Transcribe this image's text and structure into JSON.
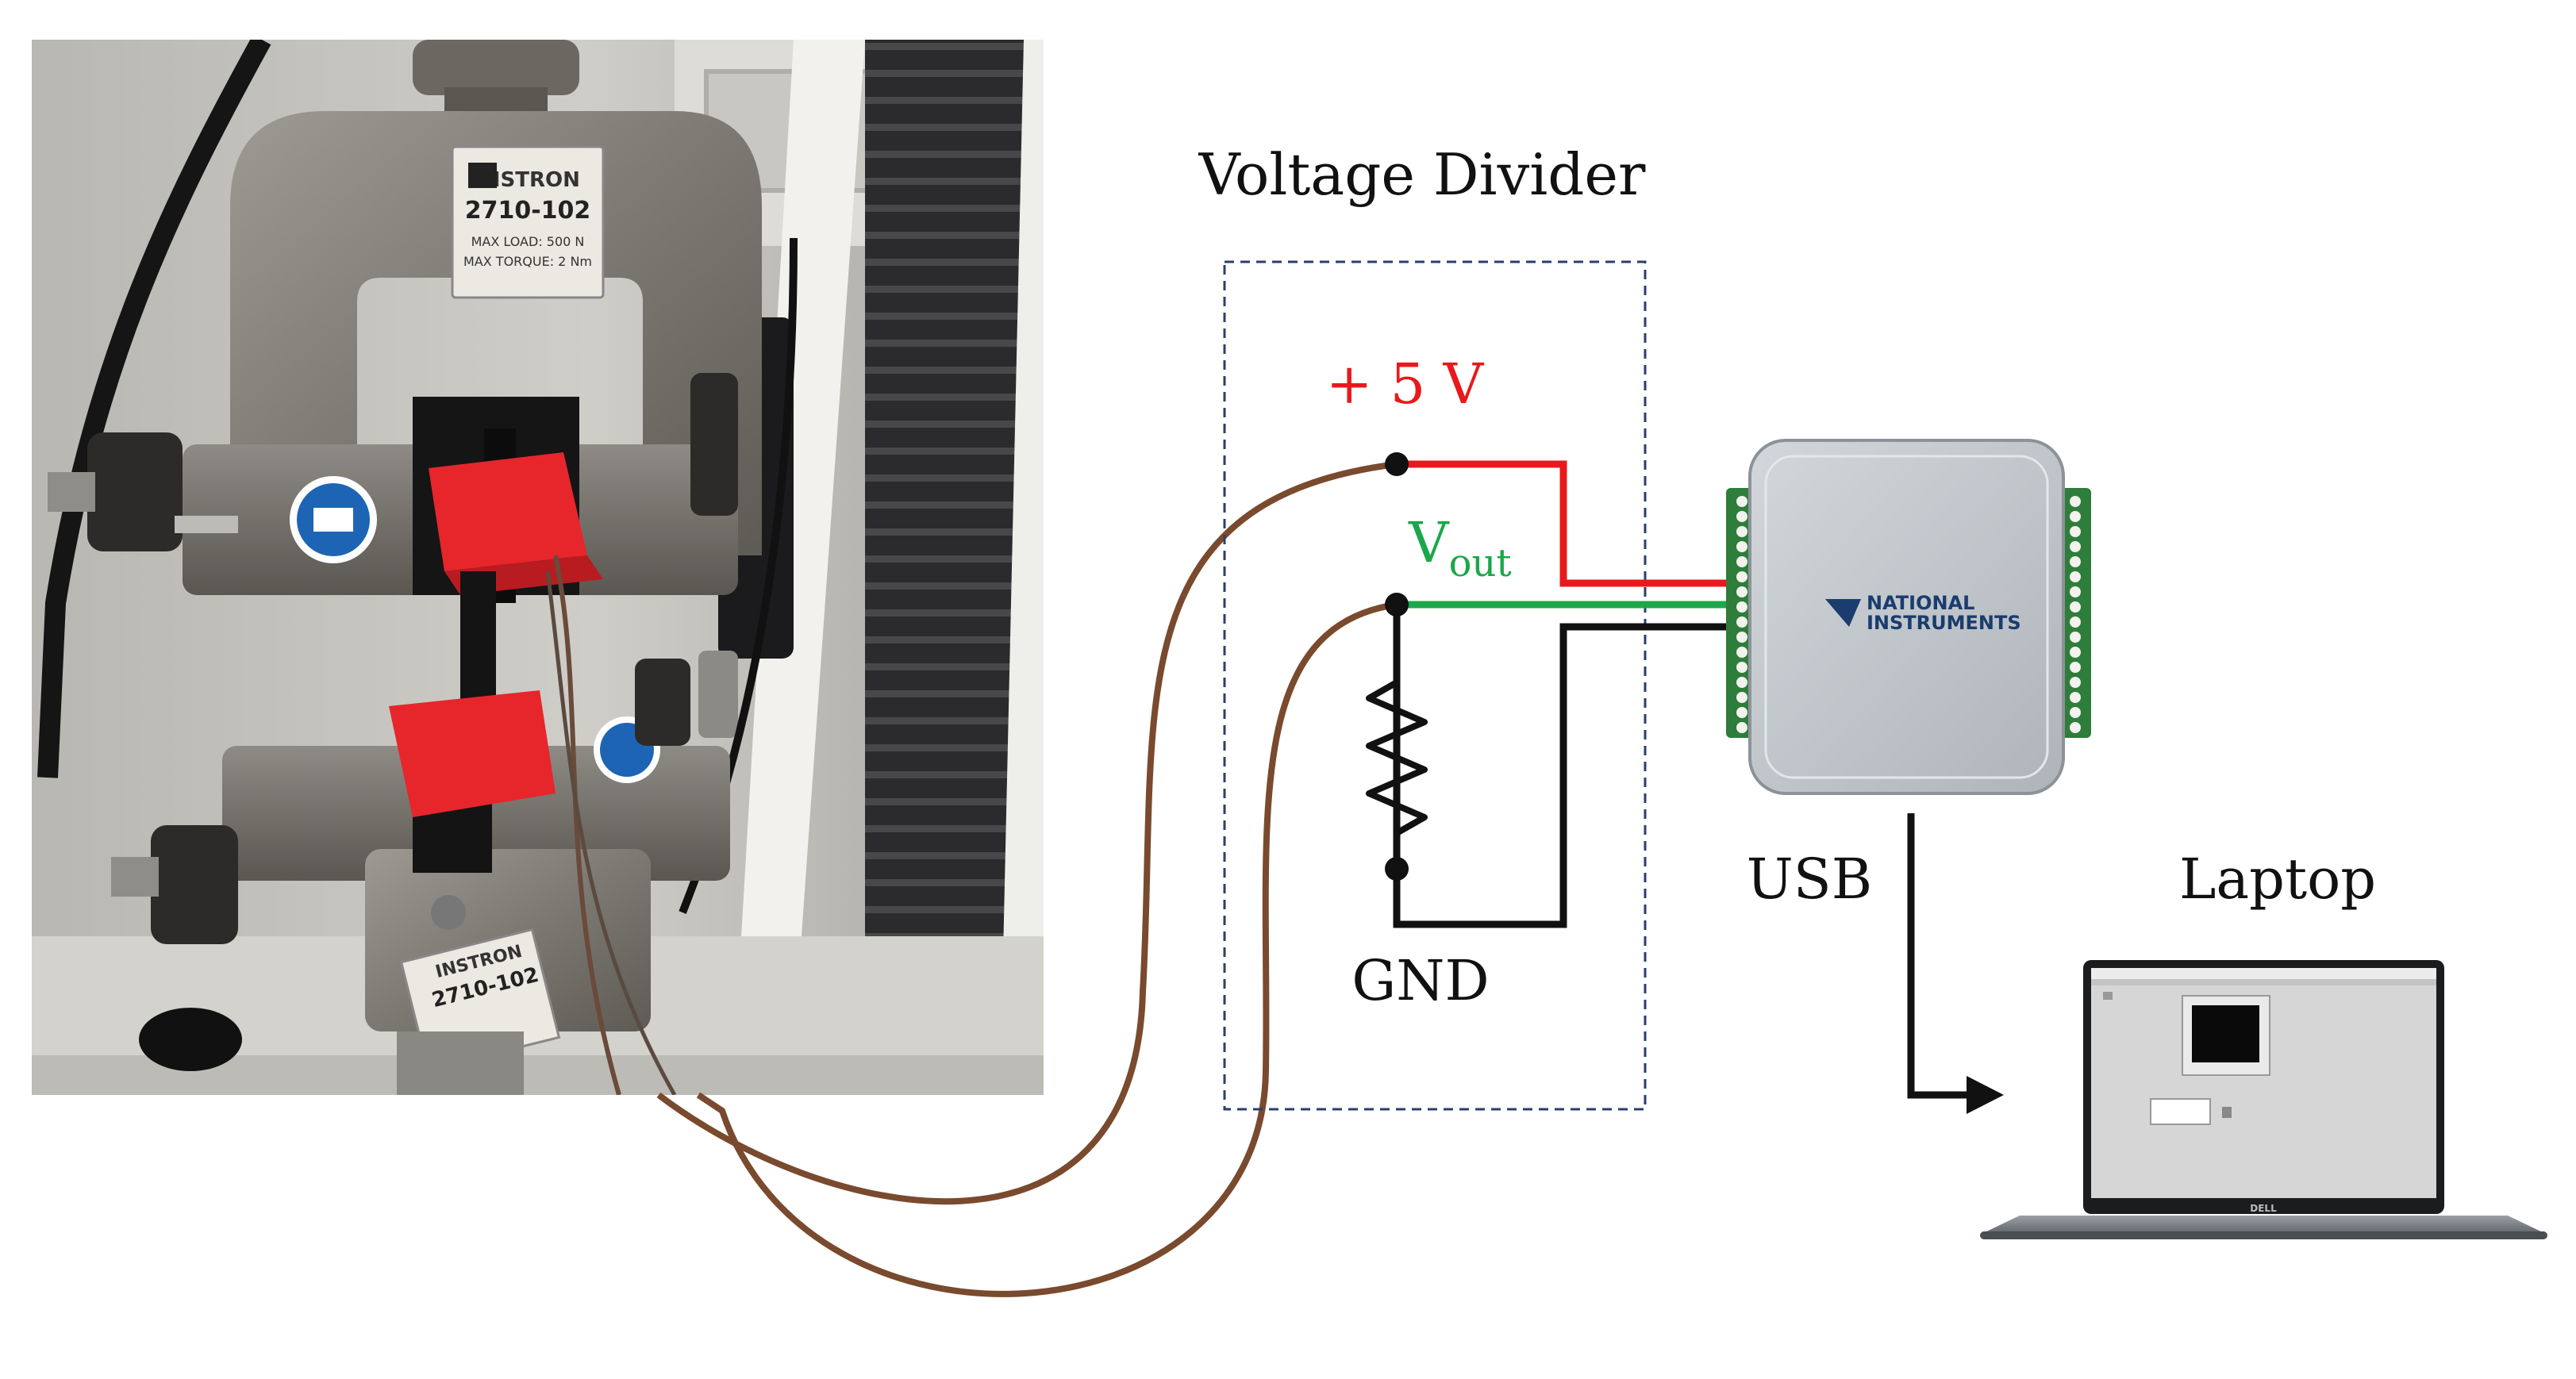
{
  "labels": {
    "voltage_divider": "Voltage Divider",
    "plus5v": "+ 5 V",
    "vout_main": "V",
    "vout_sub": "out",
    "gnd": "GND",
    "usb": "USB",
    "laptop": "Laptop"
  },
  "photo": {
    "plate_top_brand": "INSTRON",
    "plate_top_model": "2710-102",
    "plate_top_line1": "MAX LOAD: 500 N",
    "plate_top_line2": "MAX TORQUE: 2 Nm",
    "plate_bottom_brand": "INSTRON",
    "plate_bottom_model": "2710-102"
  },
  "daq": {
    "brand_line1": "NATIONAL",
    "brand_line2": "INSTRUMENTS"
  },
  "laptop_brand": "DELL",
  "colors": {
    "wire_red": "#e8191c",
    "wire_green": "#1aa84a",
    "wire_black": "#111111",
    "wire_brown": "#7a4a2e",
    "box_dash": "#2a3f6e",
    "daq_body": "#c4c9ce",
    "terminal_green": "#2e7d3a"
  },
  "icons": [
    "instron-logo-icon",
    "manual-mandatory-icon",
    "ni-eagle-icon",
    "resistor-symbol"
  ]
}
